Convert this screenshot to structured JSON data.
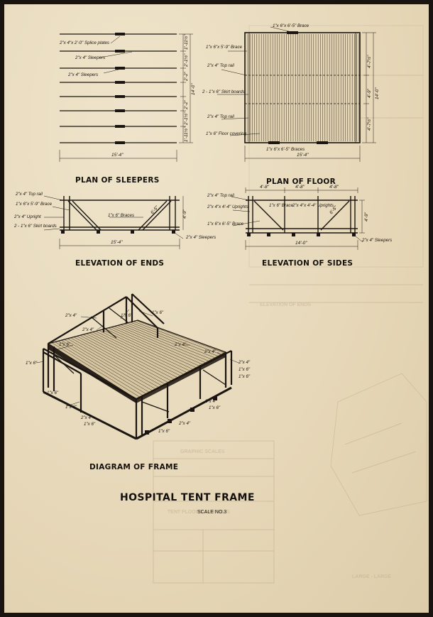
{
  "titles": {
    "plan_sleepers": "PLAN OF SLEEPERS",
    "plan_floor": "PLAN OF FLOOR",
    "elev_ends": "ELEVATION OF ENDS",
    "elev_sides": "ELEVATION OF SIDES",
    "diagram_frame": "DIAGRAM OF FRAME",
    "main_title": "HOSPITAL TENT FRAME",
    "scale": "SCALE NO.3"
  },
  "plan_sleepers": {
    "labels": [
      "2\"x 4\"x 2'-0\" Splice plates",
      "2\"x 4\" Sleepers",
      "2\"x 4\" Sleepers"
    ],
    "width_dim": "15'-4\"",
    "height_dim": "14'-0\"",
    "right_dims": [
      "1'-11½\"",
      "2'-1½\"",
      "2'-2\"",
      "2'-2\"",
      "2'-1½\"",
      "1'-11½\""
    ]
  },
  "plan_floor": {
    "top_brace": "1\"x 6\"x 6'-5\" Brace",
    "bottom_braces": "1\"x 6\"x 6'-5\" Braces",
    "labels": [
      "1\"x 6\"x 5'-9\" Brace",
      "2\"x 4\" Top rail",
      "2 - 1\"x 6\" Skirt boards",
      "2\"x 4\" Top rail",
      "1\"x 6\" Floor covering"
    ],
    "width_dim": "15'-4\"",
    "height_dim": "14'-0\"",
    "right_dims": [
      "4'-7½\"",
      "4'-9\"",
      "4'-7½\""
    ]
  },
  "elev_ends": {
    "labels": [
      "2\"x 4\" Top rail",
      "1\"x 6\"x 5'-9\" Brace",
      "2\"x 4\" Upright",
      "2 - 1\"x 6\" Skirt boards",
      "1\"x 6\" Braces",
      "2\"x 4\" Sleepers"
    ],
    "dims": [
      "6'-5\"",
      "4'-9\"",
      "15'-4\""
    ]
  },
  "elev_sides": {
    "labels": [
      "2\"x 4\" Top rail",
      "2\"x 4\"x 4'-4\" Uprights",
      "1\"x 6\"x 6'-5\" Brace",
      "1\"x 6\" Brace",
      "2\"x 4\"x 4'-4\" Uprights",
      "2\"x 4\" Sleepers"
    ],
    "dims": [
      "4'-8\"",
      "4'-8\"",
      "4'-8\"",
      "6'-5\"",
      "4'-9\"",
      "14'-0\""
    ]
  },
  "diagram_frame": {
    "labels": [
      "2\"x 4\"",
      "1\"x 6\"",
      "2\"x 4\"",
      "1\"x 6\"",
      "1\"x 6\"",
      "2\"x 4\"",
      "1\"x 6\"",
      "2\"x 4\"",
      "2\"x 4\"",
      "1\"x 6\"",
      "1\"x 6\"",
      "1\"x 6\"",
      "2\"x 4\"",
      "1\"x 6\"",
      "1\"x 6\"",
      "2\"x 4\"",
      "1\"x 6\"",
      "2\"x 4\"",
      "1\"x 6\""
    ]
  }
}
